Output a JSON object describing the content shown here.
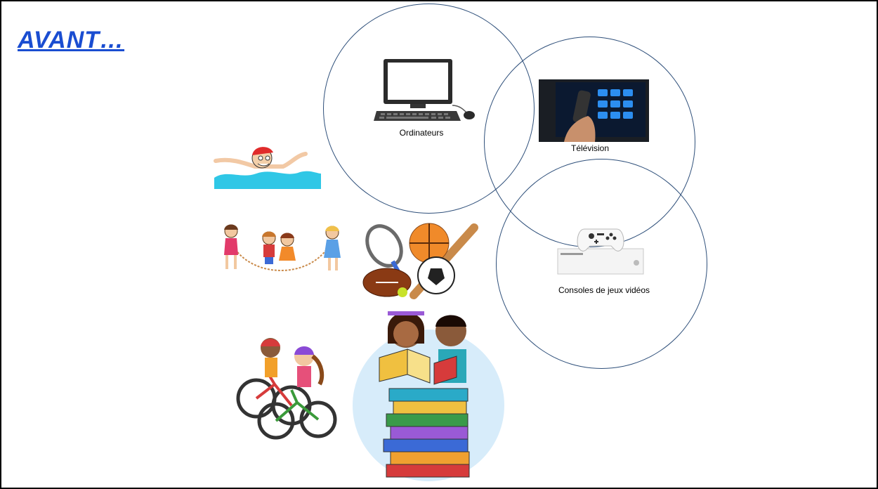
{
  "slide": {
    "title": "AVANT…",
    "title_color": "#1a4dd1",
    "circle_color": "#2e4f7a"
  },
  "media": {
    "ordinateurs": {
      "label": "Ordinateurs",
      "icon": "computer-icon"
    },
    "television": {
      "label": "Télévision",
      "icon": "television-remote-photo"
    },
    "consoles": {
      "label": "Consoles de jeux vidéos",
      "icon": "game-console-icon"
    }
  },
  "activities": [
    {
      "icon": "swimmer-illustration"
    },
    {
      "icon": "jump-rope-kids-illustration"
    },
    {
      "icon": "sports-balls-illustration"
    },
    {
      "icon": "cycling-kids-illustration"
    },
    {
      "icon": "reading-kids-books-illustration"
    }
  ]
}
